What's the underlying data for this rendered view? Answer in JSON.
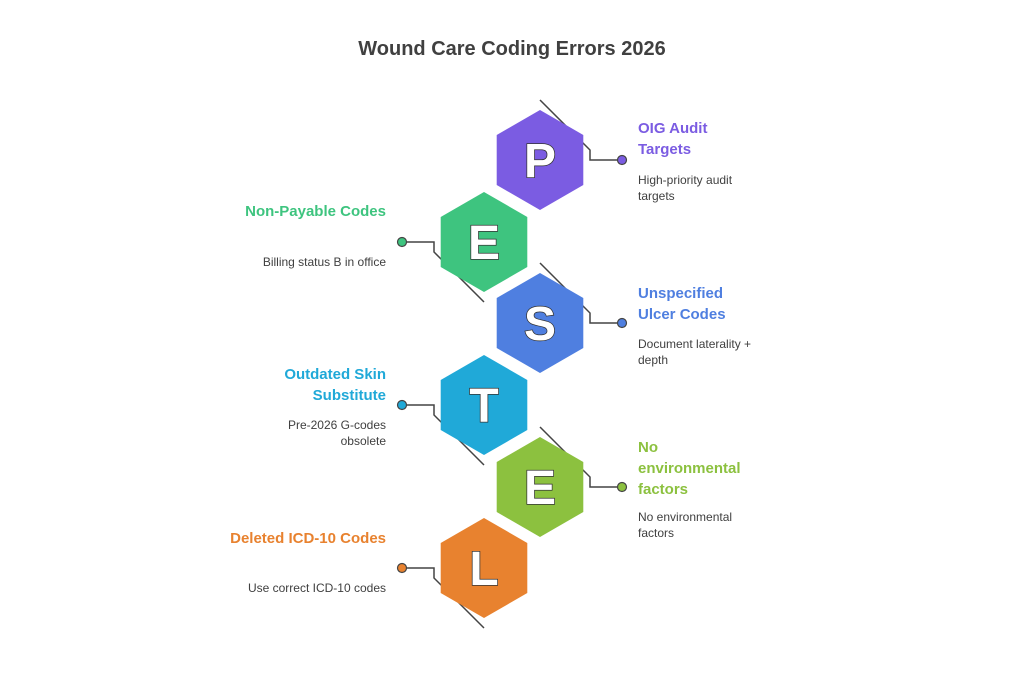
{
  "title": "Wound Care Coding Errors 2026",
  "items": [
    {
      "letter": "P",
      "label": "OIG Audit Targets",
      "desc": "High-priority audit targets",
      "color": "#7b5ce2",
      "side": "right"
    },
    {
      "letter": "E",
      "label": "Non-Payable Codes",
      "desc": "Billing status B in office",
      "color": "#3ec47f",
      "side": "left"
    },
    {
      "letter": "S",
      "label": "Unspecified Ulcer Codes",
      "desc": "Document laterality + depth",
      "color": "#4f7fe0",
      "side": "right"
    },
    {
      "letter": "T",
      "label": "Outdated Skin Substitute",
      "desc": "Pre-2026 G-codes obsolete",
      "color": "#20a9d8",
      "side": "left"
    },
    {
      "letter": "E",
      "label": "No environmental factors",
      "desc": "No environmental factors",
      "color": "#8cc13f",
      "side": "right"
    },
    {
      "letter": "L",
      "label": "Deleted ICD-10 Codes",
      "desc": "Use correct ICD-10 codes",
      "color": "#e8822f",
      "side": "left"
    }
  ]
}
